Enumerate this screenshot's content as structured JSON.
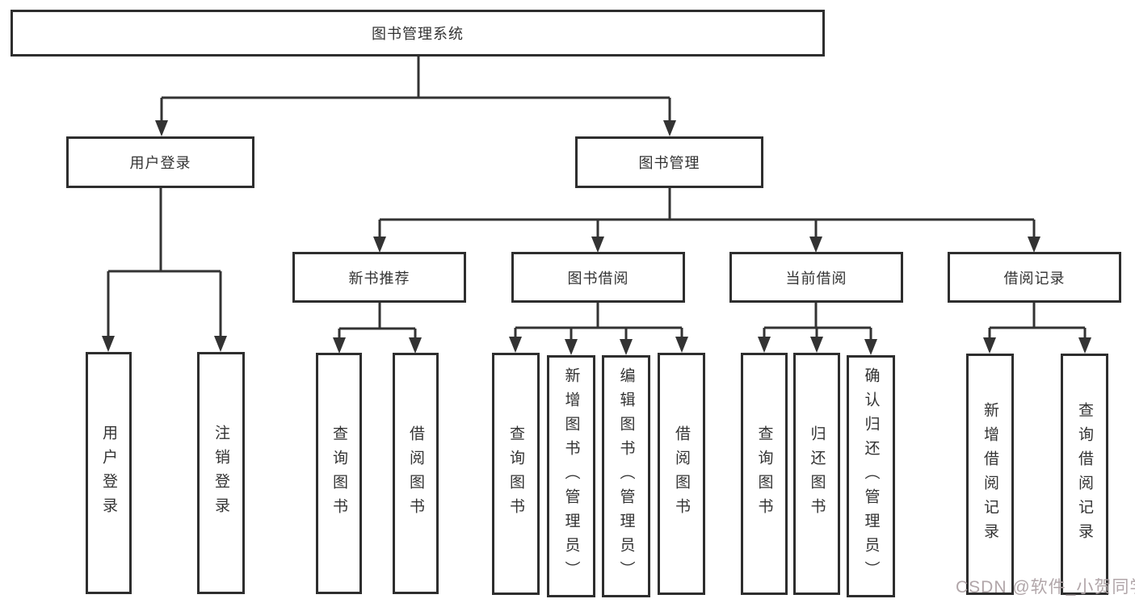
{
  "tree": {
    "label": "图书管理系统",
    "children": [
      {
        "label": "用户登录",
        "children": [
          {
            "label": "用户登录"
          },
          {
            "label": "注销登录"
          }
        ]
      },
      {
        "label": "图书管理",
        "children": [
          {
            "label": "新书推荐",
            "children": [
              {
                "label": "查询图书"
              },
              {
                "label": "借阅图书"
              }
            ]
          },
          {
            "label": "图书借阅",
            "children": [
              {
                "label": "查询图书"
              },
              {
                "label": "新增图书（管理员）"
              },
              {
                "label": "编辑图书（管理员）"
              },
              {
                "label": "借阅图书"
              }
            ]
          },
          {
            "label": "当前借阅",
            "children": [
              {
                "label": "查询图书"
              },
              {
                "label": "归还图书"
              },
              {
                "label": "确认归还（管理员）"
              }
            ]
          },
          {
            "label": "借阅记录",
            "children": [
              {
                "label": "新增借阅记录"
              },
              {
                "label": "查询借阅记录"
              }
            ]
          }
        ]
      }
    ]
  },
  "watermark": {
    "text": "CSDN @软件_小贺同学"
  },
  "colors": {
    "line": "#333333",
    "box_border": "#2e2e2e",
    "text": "#333333",
    "watermark": "#b1a6a9",
    "background": "#ffffff"
  }
}
